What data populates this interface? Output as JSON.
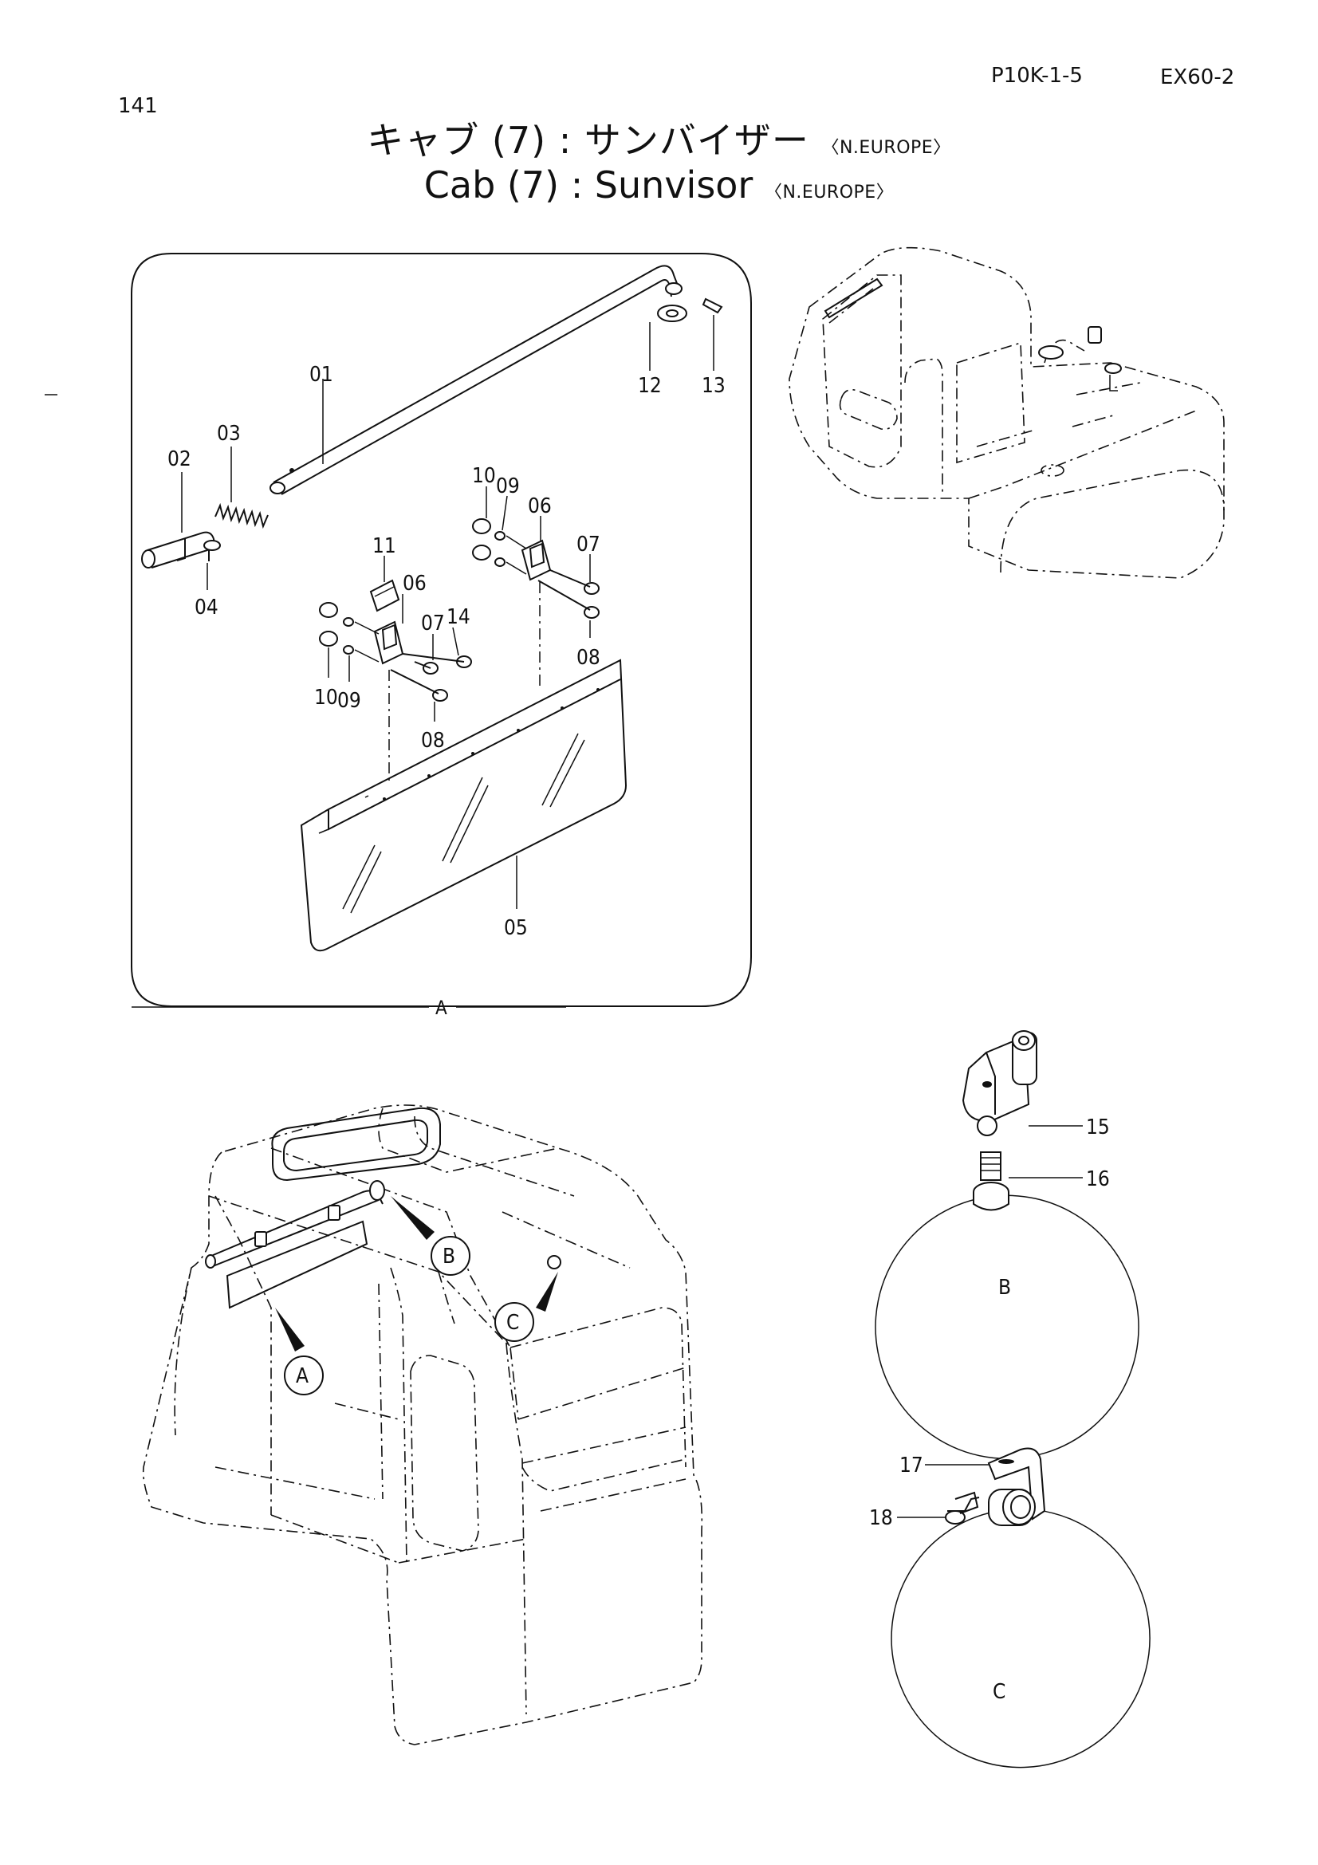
{
  "header": {
    "page_number": "141",
    "code_left": "P10K-1-5",
    "code_right": "EX60-2"
  },
  "title": {
    "ja_main": "キャブ (7) : サンバイザー",
    "en_main": "Cab (7) : Sunvisor",
    "region": "〈N.EUROPE〉"
  },
  "callouts": {
    "p01": "01",
    "p02": "02",
    "p03": "03",
    "p04": "04",
    "p05": "05",
    "p06a": "06",
    "p06b": "06",
    "p07a": "07",
    "p07b": "07",
    "p08a": "08",
    "p08b": "08",
    "p09a": "09",
    "p09b": "09",
    "p10a": "10",
    "p10b": "10",
    "p11": "11",
    "p12": "12",
    "p13": "13",
    "p14": "14",
    "p15": "15",
    "p16": "16",
    "p17": "17",
    "p18": "18"
  },
  "views": {
    "detail_a": "A",
    "detail_b": "B",
    "detail_c": "C",
    "marker_a": "A",
    "marker_b": "B",
    "marker_c": "C"
  }
}
